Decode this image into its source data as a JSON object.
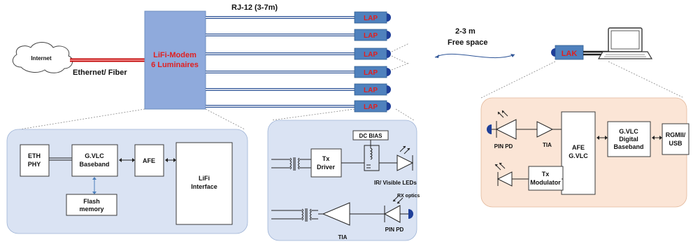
{
  "internet": {
    "label": "Internet"
  },
  "link": {
    "label": "Ethernet/ Fiber"
  },
  "modem": {
    "line1": "LiFi-Modem",
    "line2": "6 Luminaires"
  },
  "cable": {
    "label": "RJ-12 (3-7m)"
  },
  "lap": {
    "labels": [
      "LAP",
      "LAP",
      "LAP",
      "LAP",
      "LAP",
      "LAP"
    ]
  },
  "freespace": {
    "line1": "2-3 m",
    "line2": "Free space"
  },
  "lak": {
    "label": "LAK"
  },
  "modem_panel": {
    "eth_phy_1": "ETH",
    "eth_phy_2": "PHY",
    "gvlc_1": "G.VLC",
    "gvlc_2": "Baseband",
    "afe": "AFE",
    "lifi_1": "LiFi",
    "lifi_2": "Interface",
    "flash_1": "Flash",
    "flash_2": "memory"
  },
  "lap_panel": {
    "dc_bias": "DC BIAS",
    "tx_1": "Tx",
    "tx_2": "Driver",
    "leds": "IR/ Visible LEDs",
    "rx_optics": "RX optics",
    "pin_pd": "PIN PD",
    "tia": "TIA"
  },
  "lak_panel": {
    "pin_pd": "PIN PD",
    "tia": "TIA",
    "afe_1": "AFE",
    "afe_2": "G.VLC",
    "gvlc_1": "G.VLC",
    "gvlc_2": "Digital",
    "gvlc_3": "Baseband",
    "rgmii_1": "RGMII/",
    "rgmii_2": "USB",
    "txmod_1": "Tx",
    "txmod_2": "Modulator"
  },
  "colors": {
    "panel_blue": "#dae3f3",
    "panel_peach": "#fbe5d6",
    "modem_fill": "#8faadc",
    "cable": "#2f5597",
    "lap_fill": "#4f81bd",
    "label_red": "#e02020"
  }
}
